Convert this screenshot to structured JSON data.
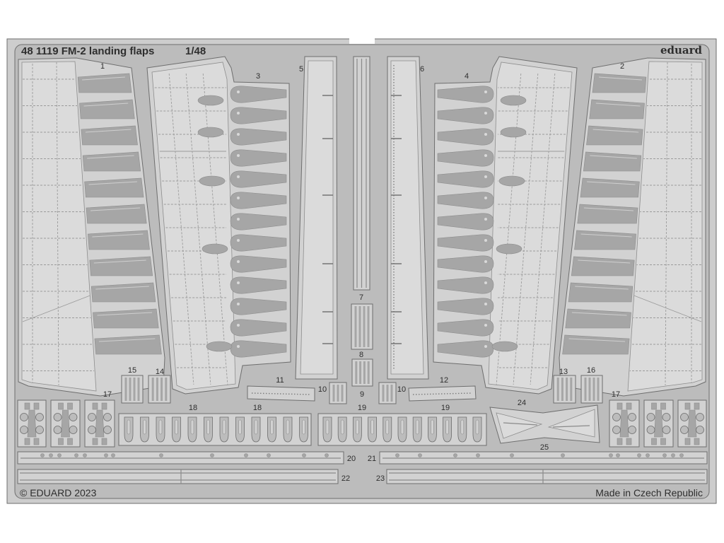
{
  "header": {
    "title": "48 1119 FM-2 landing flaps",
    "scale": "1/48",
    "brand": "eduard"
  },
  "footer": {
    "copyright": "© EDUARD 2023",
    "origin": "Made in Czech Republic"
  },
  "part_numbers": [
    "1",
    "2",
    "3",
    "4",
    "5",
    "6",
    "7",
    "8",
    "9",
    "10",
    "11",
    "12",
    "13",
    "14",
    "15",
    "16",
    "17",
    "18",
    "19",
    "20",
    "21",
    "22",
    "23",
    "24",
    "25"
  ],
  "colors": {
    "background": "#ffffff",
    "frame": "#cdcdcd",
    "fret": "#bcbcbc",
    "part": "#d2d2d2",
    "panel": "#dbdbdb",
    "half_etch": "#a6a6a6",
    "outline": "#6e6e6e",
    "text": "#2e2e2e"
  }
}
